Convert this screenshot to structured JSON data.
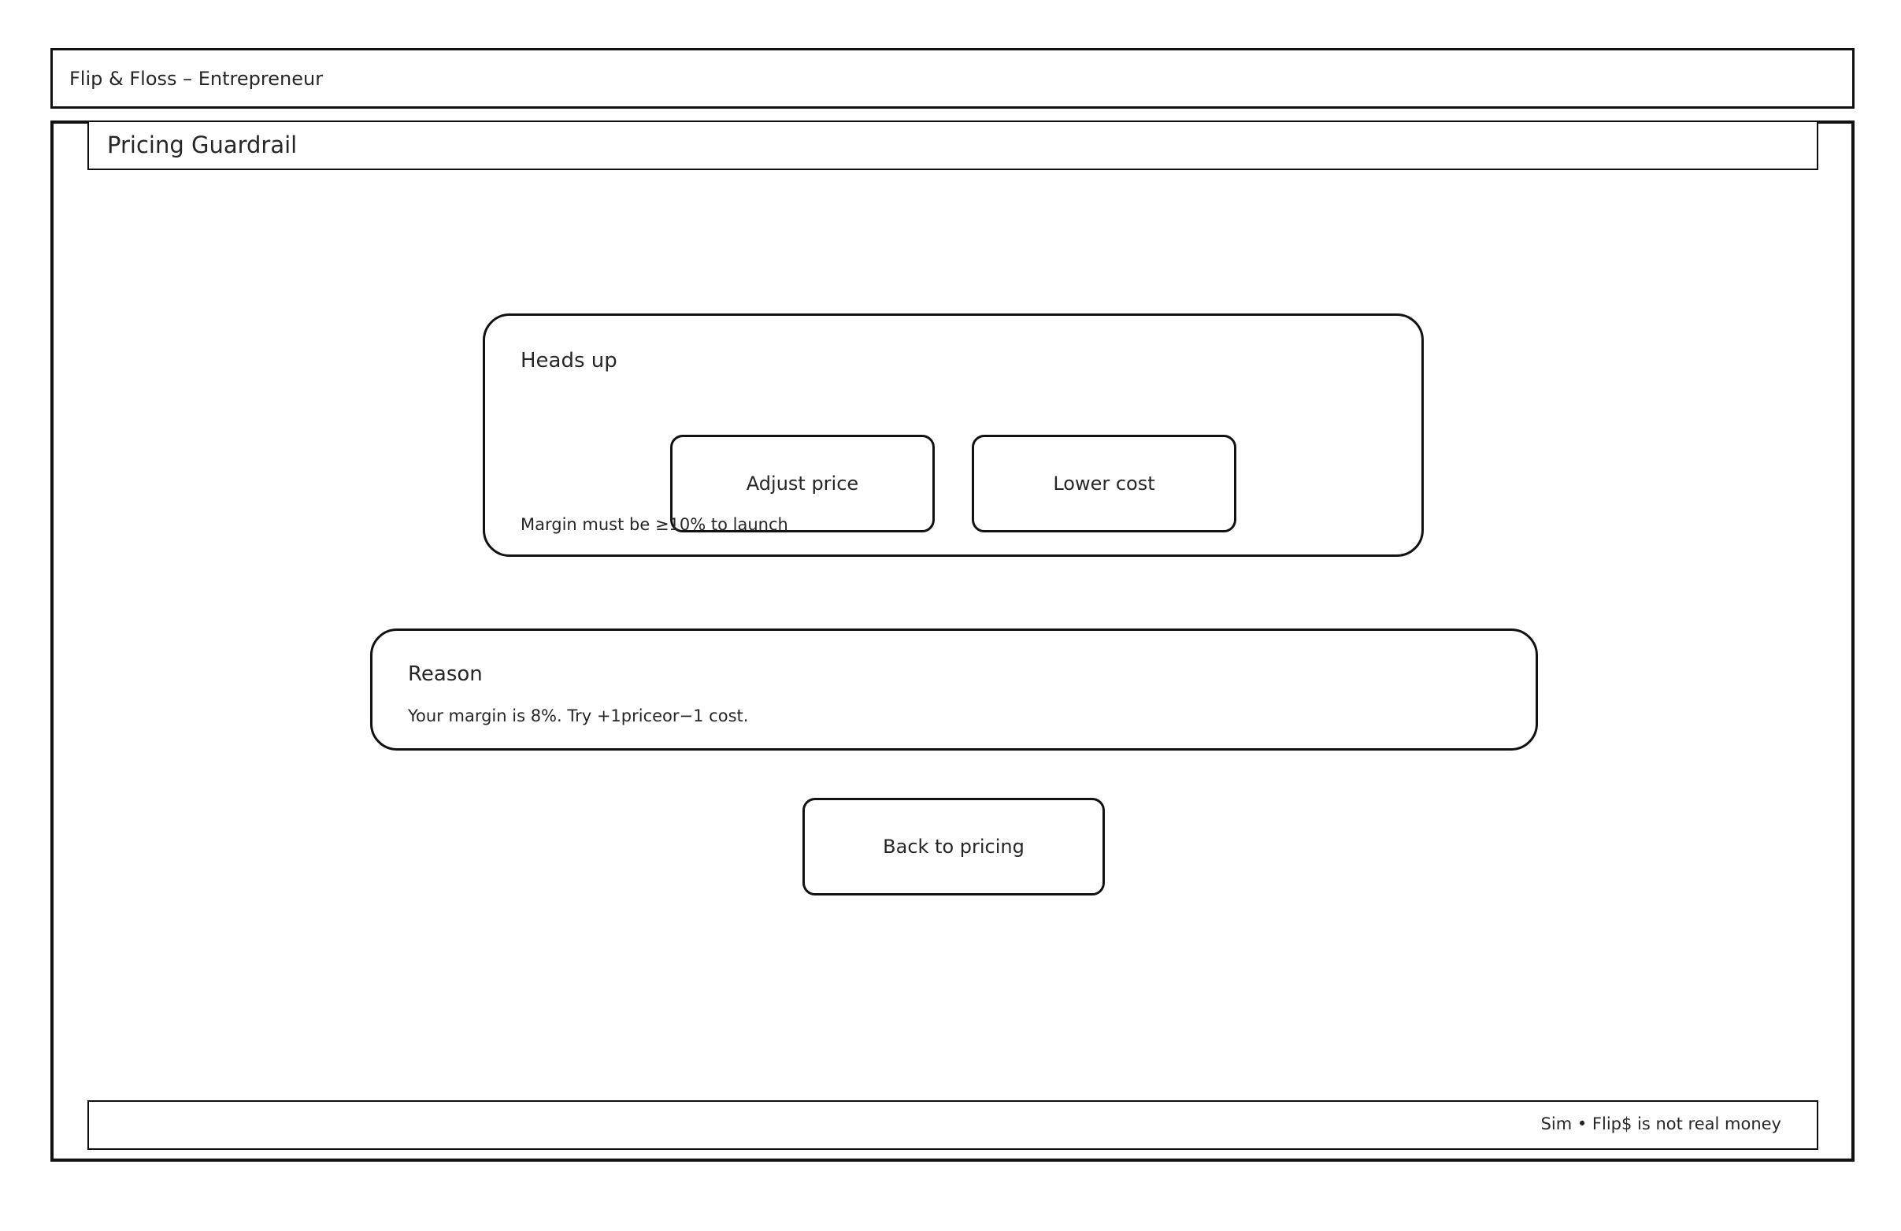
{
  "app": {
    "title": "Flip & Floss – Entrepreneur"
  },
  "screen": {
    "title": "Pricing Guardrail"
  },
  "alert": {
    "title": "Heads up",
    "message": "Margin must be ≥10% to launch",
    "actions": {
      "adjust_price": "Adjust price",
      "lower_cost": "Lower cost"
    }
  },
  "reason": {
    "title": "Reason",
    "body": "Your margin is 8%. Try +1pricеor−1 cost."
  },
  "back_button": "Back to pricing",
  "footer": {
    "note": "Sim • Flip$ is not real money"
  },
  "colors": {
    "border": "#111111",
    "text": "#262626",
    "background": "#ffffff"
  }
}
